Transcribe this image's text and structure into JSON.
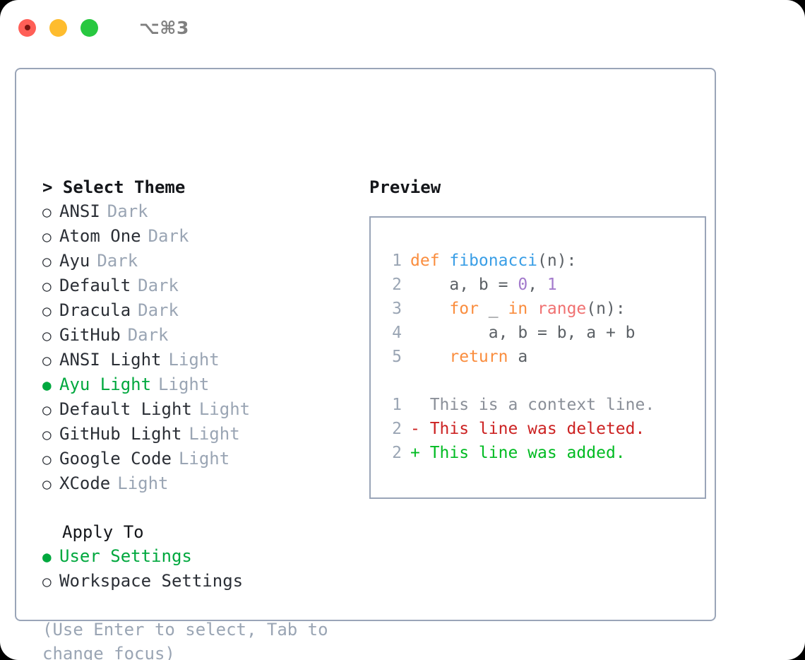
{
  "window": {
    "title": "⌥⌘3",
    "traffic_lights": [
      "close",
      "minimize",
      "zoom"
    ]
  },
  "colors": {
    "accent_green": "#00a83e",
    "muted_gray": "#9aa5b4",
    "border": "#9aa5b8",
    "keyword_orange": "#fa8d3e",
    "function_blue": "#399ee6",
    "number_purple": "#a37acc",
    "call_red": "#f07171",
    "plain": "#5c6166",
    "diff_deleted": "#cc2222",
    "diff_added": "#00bb22"
  },
  "left": {
    "heading": "> Select Theme",
    "themes": [
      {
        "bullet": "○",
        "name": "ANSI",
        "tag": "Dark",
        "selected": false
      },
      {
        "bullet": "○",
        "name": "Atom One",
        "tag": "Dark",
        "selected": false
      },
      {
        "bullet": "○",
        "name": "Ayu",
        "tag": "Dark",
        "selected": false
      },
      {
        "bullet": "○",
        "name": "Default",
        "tag": "Dark",
        "selected": false
      },
      {
        "bullet": "○",
        "name": "Dracula",
        "tag": "Dark",
        "selected": false
      },
      {
        "bullet": "○",
        "name": "GitHub",
        "tag": "Dark",
        "selected": false
      },
      {
        "bullet": "○",
        "name": "ANSI Light",
        "tag": "Light",
        "selected": false
      },
      {
        "bullet": "●",
        "name": "Ayu Light",
        "tag": "Light",
        "selected": true
      },
      {
        "bullet": "○",
        "name": "Default Light",
        "tag": "Light",
        "selected": false
      },
      {
        "bullet": "○",
        "name": "GitHub Light",
        "tag": "Light",
        "selected": false
      },
      {
        "bullet": "○",
        "name": "Google Code",
        "tag": "Light",
        "selected": false
      },
      {
        "bullet": "○",
        "name": "XCode",
        "tag": "Light",
        "selected": false
      }
    ],
    "apply_to": {
      "heading": "Apply To",
      "options": [
        {
          "bullet": "●",
          "label": "User Settings",
          "selected": true
        },
        {
          "bullet": "○",
          "label": "Workspace Settings",
          "selected": false
        }
      ]
    },
    "hint": "(Use Enter to select, Tab to change focus)"
  },
  "preview": {
    "heading": "Preview",
    "code_lines": [
      {
        "lineno": "1",
        "tokens": [
          {
            "text": "def ",
            "cls": "t-kw"
          },
          {
            "text": "fibonacci",
            "cls": "t-fn"
          },
          {
            "text": "(n):",
            "cls": "t-pln"
          }
        ]
      },
      {
        "lineno": "2",
        "tokens": [
          {
            "text": "    a, b = ",
            "cls": "t-pln"
          },
          {
            "text": "0",
            "cls": "t-num"
          },
          {
            "text": ", ",
            "cls": "t-pln"
          },
          {
            "text": "1",
            "cls": "t-num"
          }
        ]
      },
      {
        "lineno": "3",
        "tokens": [
          {
            "text": "    ",
            "cls": "t-pln"
          },
          {
            "text": "for",
            "cls": "t-kw"
          },
          {
            "text": " _ ",
            "cls": "t-pln"
          },
          {
            "text": "in",
            "cls": "t-kw"
          },
          {
            "text": " ",
            "cls": "t-pln"
          },
          {
            "text": "range",
            "cls": "t-call"
          },
          {
            "text": "(n):",
            "cls": "t-pln"
          }
        ]
      },
      {
        "lineno": "4",
        "tokens": [
          {
            "text": "        a, b = b, a + b",
            "cls": "t-pln"
          }
        ]
      },
      {
        "lineno": "5",
        "tokens": [
          {
            "text": "    ",
            "cls": "t-pln"
          },
          {
            "text": "return",
            "cls": "t-kw"
          },
          {
            "text": " a",
            "cls": "t-pln"
          }
        ]
      }
    ],
    "diff_lines": [
      {
        "lineno": "1",
        "marker": " ",
        "text": "  This is a context line.",
        "cls": "t-ctx"
      },
      {
        "lineno": "2",
        "marker": "-",
        "text": "- This line was deleted.",
        "cls": "t-del"
      },
      {
        "lineno": "2",
        "marker": "+",
        "text": "+ This line was added.",
        "cls": "t-add"
      }
    ]
  }
}
